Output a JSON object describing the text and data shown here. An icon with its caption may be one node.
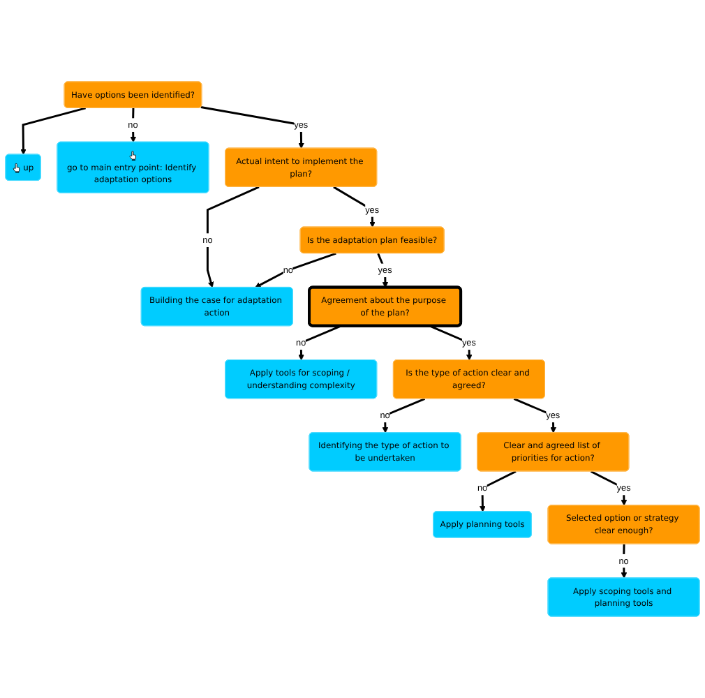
{
  "diagram": {
    "nodes": [
      {
        "text": [
          "up"
        ]
      },
      {
        "text": [
          "Have options been identified?"
        ]
      },
      {
        "text": [
          "go to main entry point: Identify adaptation options"
        ]
      },
      {
        "text": [
          "Actual intent to implement the plan?"
        ]
      },
      {
        "text": [
          "Building the case for adaptation action"
        ]
      },
      {
        "text": [
          "Is the adaptation plan feasible?"
        ]
      },
      {
        "text": [
          "Agreement about the purpose of the plan?"
        ]
      },
      {
        "text": [
          "Apply tools for scoping / understanding complexity"
        ]
      },
      {
        "text": [
          "Is the type of action clear and agreed?"
        ]
      },
      {
        "text": [
          "Identifying the type of action to be undertaken"
        ]
      },
      {
        "text": [
          "Clear and agreed list of priorities for action?"
        ]
      },
      {
        "text": [
          "Apply planning tools"
        ]
      },
      {
        "text": [
          "Selected option or strategy clear enough?"
        ]
      },
      {
        "text": [
          "Apply scoping tools and planning tools"
        ]
      }
    ],
    "edges": [
      {
        "from": 1,
        "to": 0,
        "arrow": "to"
      },
      {
        "from": 1,
        "to": 2,
        "arrow": "to",
        "label": "no"
      },
      {
        "from": 1,
        "to": 3,
        "arrow": "to",
        "label": "yes"
      },
      {
        "from": 3,
        "to": 4,
        "arrow": "to",
        "label": "no"
      },
      {
        "from": 3,
        "to": 5,
        "arrow": "to",
        "label": "yes"
      },
      {
        "from": 5,
        "to": 4,
        "arrow": "to",
        "label": "no"
      },
      {
        "from": 5,
        "to": 6,
        "arrow": "to",
        "label": "yes"
      },
      {
        "from": 6,
        "to": 7,
        "arrow": "to",
        "label": "no"
      },
      {
        "from": 6,
        "to": 8,
        "arrow": "to",
        "label": "yes"
      },
      {
        "from": 8,
        "to": 9,
        "arrow": "to",
        "label": "no"
      },
      {
        "from": 8,
        "to": 10,
        "arrow": "to",
        "label": "yes"
      },
      {
        "from": 10,
        "to": 11,
        "arrow": "to",
        "label": "no"
      },
      {
        "from": 10,
        "to": 12,
        "arrow": "to",
        "label": "yes"
      },
      {
        "from": 12,
        "to": 13,
        "arrow": "to",
        "label": "no"
      }
    ]
  }
}
